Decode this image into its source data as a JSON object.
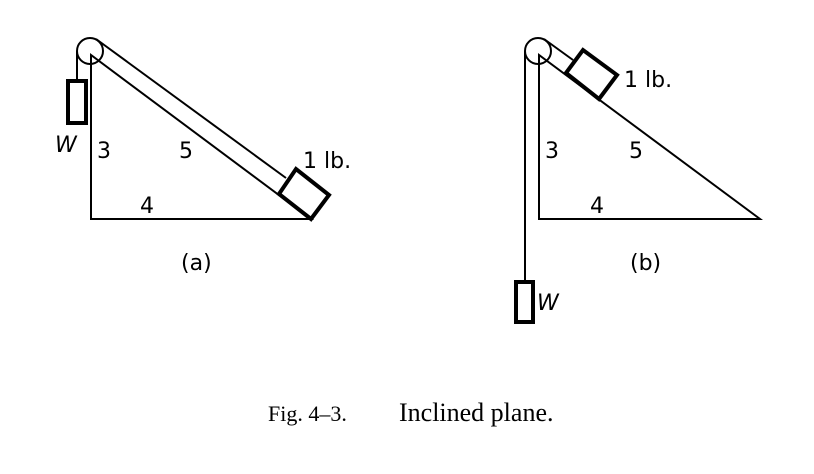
{
  "figure_a": {
    "weight_label": "W",
    "side_vertical": "3",
    "side_hyp": "5",
    "side_base": "4",
    "block_label": "1 lb.",
    "panel_label": "(a)"
  },
  "figure_b": {
    "weight_label": "W",
    "side_vertical": "3",
    "side_hyp": "5",
    "side_base": "4",
    "block_label": "1 lb.",
    "panel_label": "(b)"
  },
  "caption": {
    "number": "Fig. 4–3.",
    "title": "Inclined plane."
  }
}
